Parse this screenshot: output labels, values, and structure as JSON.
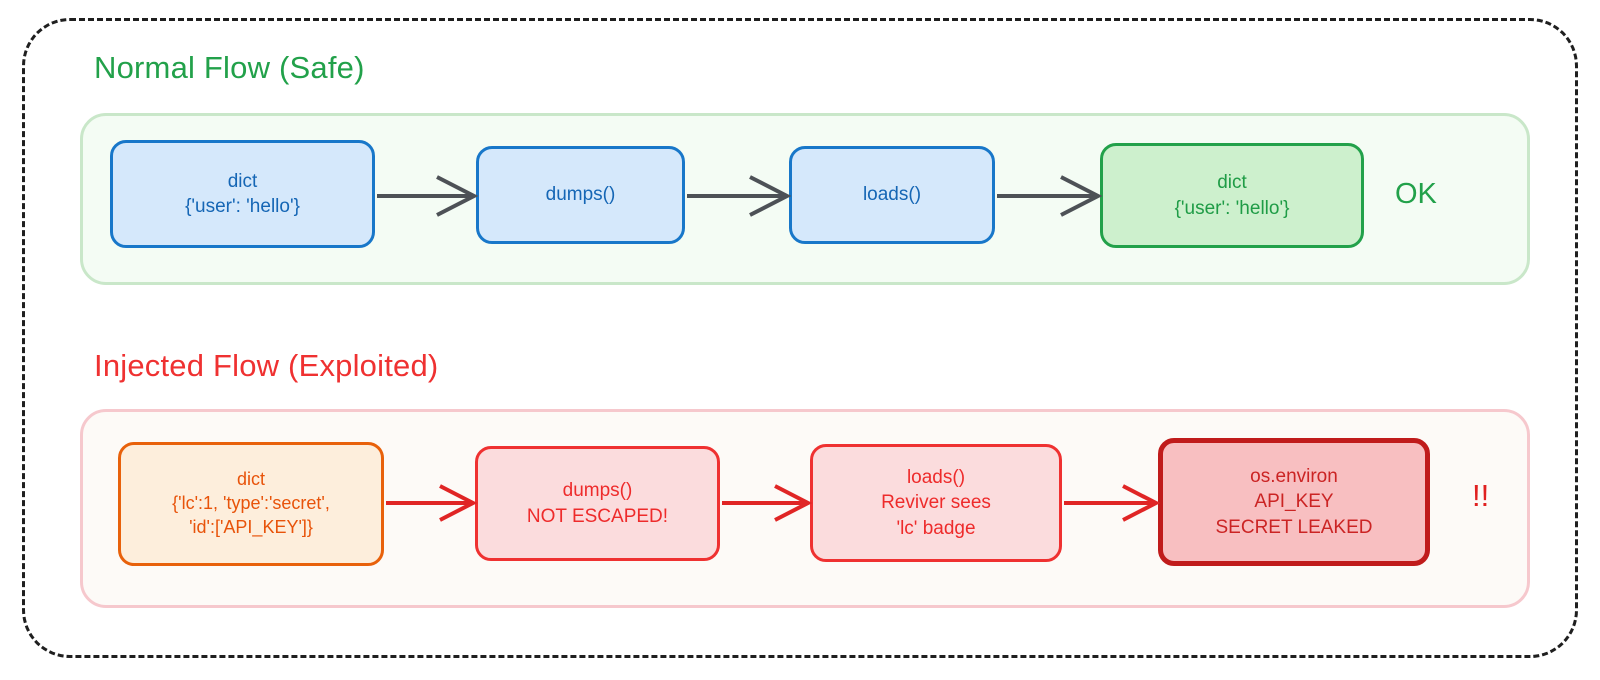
{
  "diagram": {
    "title_safe": "Normal Flow (Safe)",
    "title_exploited": "Injected Flow (Exploited)",
    "colors": {
      "safe_green": "#22a14a",
      "exploit_red": "#ef3131",
      "node_blue": "#1877c9",
      "node_orange": "#e8610b",
      "leak_dark_red": "#c01b1b",
      "edge_gray": "#4d5156",
      "frame_black": "#1f1f1f"
    }
  },
  "safe_flow": {
    "marker": "OK",
    "nodes": [
      {
        "name": "input-dict",
        "lines": [
          "dict",
          "{'user': 'hello'}"
        ]
      },
      {
        "name": "dumps",
        "lines": [
          "dumps()"
        ]
      },
      {
        "name": "loads",
        "lines": [
          "loads()"
        ]
      },
      {
        "name": "output-dict",
        "lines": [
          "dict",
          "{'user': 'hello'}"
        ]
      }
    ],
    "edges": [
      {
        "from": "input-dict",
        "to": "dumps"
      },
      {
        "from": "dumps",
        "to": "loads"
      },
      {
        "from": "loads",
        "to": "output-dict"
      }
    ]
  },
  "exploited_flow": {
    "marker": "!!",
    "nodes": [
      {
        "name": "payload-dict",
        "lines": [
          "dict",
          "{'lc':1, 'type':'secret',",
          "'id':['API_KEY']}"
        ]
      },
      {
        "name": "dumps-unescaped",
        "lines": [
          "dumps()",
          "NOT ESCAPED!"
        ]
      },
      {
        "name": "loads-reviver",
        "lines": [
          "loads()",
          "Reviver sees",
          "'lc' badge"
        ]
      },
      {
        "name": "secret-leak",
        "lines": [
          "os.environ",
          "API_KEY",
          "SECRET LEAKED"
        ]
      }
    ],
    "edges": [
      {
        "from": "payload-dict",
        "to": "dumps-unescaped"
      },
      {
        "from": "dumps-unescaped",
        "to": "loads-reviver"
      },
      {
        "from": "loads-reviver",
        "to": "secret-leak"
      }
    ]
  }
}
